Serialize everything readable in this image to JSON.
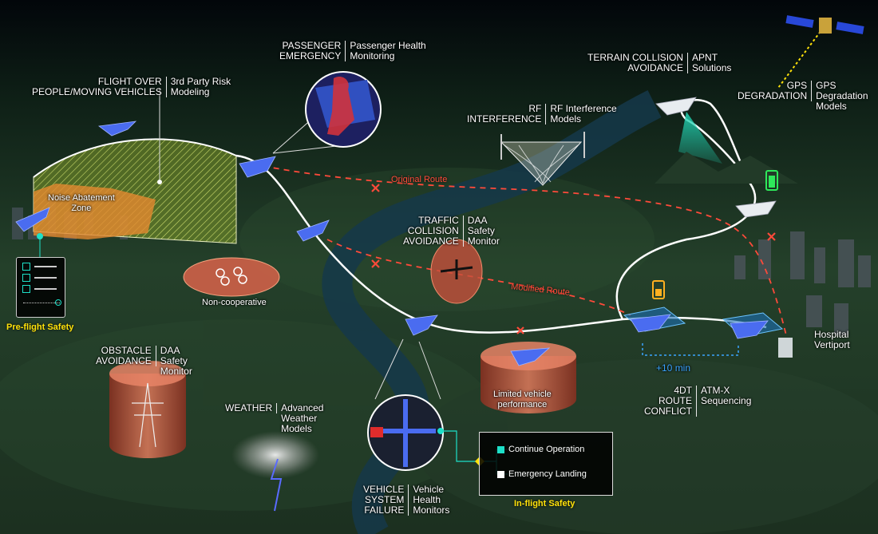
{
  "labels": {
    "flight_over": {
      "left": "FLIGHT OVER\nPEOPLE/MOVING VEHICLES",
      "right": "3rd Party Risk\nModeling"
    },
    "passenger": {
      "left": "PASSENGER\nEMERGENCY",
      "right": "Passenger Health\nMonitoring"
    },
    "rf": {
      "left": "RF\nINTERFERENCE",
      "right": "RF Interference\nModels"
    },
    "terrain": {
      "left": "TERRAIN COLLISION\nAVOIDANCE",
      "right": "APNT\nSolutions"
    },
    "gps": {
      "left": "GPS\nDEGRADATION",
      "right": "GPS\nDegradation\nModels"
    },
    "traffic": {
      "left": "TRAFFIC\nCOLLISION\nAVOIDANCE",
      "right": "DAA\nSafety\nMonitor"
    },
    "obstacle": {
      "left": "OBSTACLE\nAVOIDANCE",
      "right": "DAA\nSafety\nMonitor"
    },
    "weather": {
      "left": "WEATHER",
      "right": "Advanced\nWeather\nModels"
    },
    "vehicle": {
      "left": "VEHICLE\nSYSTEM\nFAILURE",
      "right": "Vehicle\nHealth\nMonitors"
    },
    "route_conflict": {
      "left": "4DT\nROUTE\nCONFLICT",
      "right": "ATM-X\nSequencing"
    }
  },
  "noise_zone": "Noise Abatement\nZone",
  "non_cooperative": "Non-cooperative",
  "limited_vehicle": "Limited vehicle\nperformance",
  "original_route": "Original Route",
  "modified_route": "Modified Route",
  "plus_ten": "+10 min",
  "hospital": "Hospital\nVertiport",
  "preflight": "Pre-flight Safety",
  "inflight": "In-flight Safety",
  "decision": {
    "continue": "Continue Operation",
    "landing": "Emergency Landing"
  },
  "colors": {
    "route_red": "#ff4a3a",
    "teal": "#1de0c8",
    "yellow": "#ffe10a",
    "aircraft": "#4a6cf0",
    "cylinder": "#d9634a"
  }
}
